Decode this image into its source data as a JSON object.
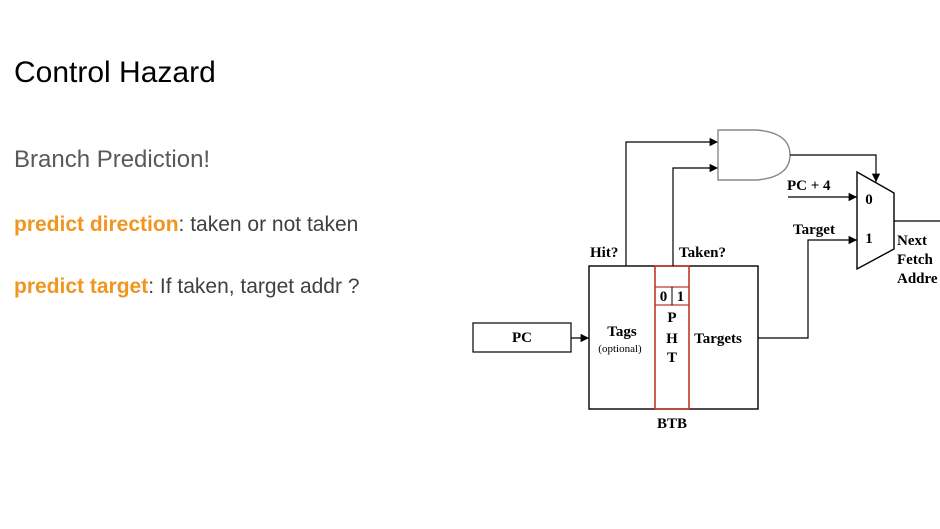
{
  "slide": {
    "title": "Control Hazard",
    "subtitle": "Branch Prediction!",
    "bullets": [
      {
        "keyword": "predict direction",
        "rest": ": taken or not taken"
      },
      {
        "keyword": "predict target",
        "rest": ": If taken, target addr ?"
      }
    ]
  },
  "diagram": {
    "pc_label": "PC",
    "hit_label": "Hit?",
    "taken_label": "Taken?",
    "tags_label": "Tags",
    "tags_sub": "(optional)",
    "pht_bit0": "0",
    "pht_bit1": "1",
    "pht_letters": [
      "P",
      "H",
      "T"
    ],
    "targets_label": "Targets",
    "btb_label": "BTB",
    "pc_plus4_label": "PC + 4",
    "target_label": "Target",
    "mux_in0": "0",
    "mux_in1": "1",
    "next_fetch_lines": [
      "Next",
      "Fetch",
      "Addre"
    ],
    "colors": {
      "pht": "#c0392b",
      "gate": "#888888",
      "accent": "#f0961e"
    }
  }
}
